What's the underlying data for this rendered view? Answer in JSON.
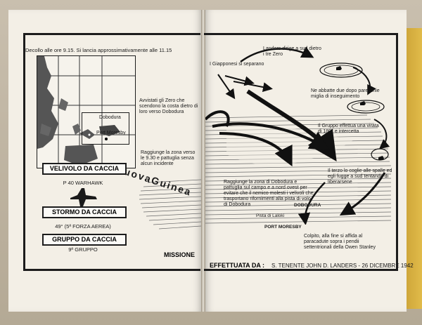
{
  "left_page": {
    "takeoff_note": "Decollo alle ore 9.15. Si lancia approssimativamente alle 11.15",
    "map_labels": {
      "dobodura": "Dobodura",
      "port_moresby": "Port Moresby"
    },
    "zero_note": "Avvistati gli Zero che scendono la costa dietro di loro verso Dobodura",
    "reach_note": "Raggiunge la zona verso le 9.30 e pattuglia senza alcun incidente",
    "region_label": "NuovaGuinea",
    "aircraft_label": "VELIVOLO DA CACCIA",
    "aircraft_value": "P 40 WARHAWK",
    "wing_label": "STORMO DA CACCIA",
    "wing_value": "49° (5ª FORZA AEREA)",
    "group_label": "GRUPPO DA CACCIA",
    "group_value": "9ª GRUPPO",
    "mission_word": "MISSIONE"
  },
  "right_page": {
    "japanese_split": "I Giapponesi si separano",
    "landers_dives": "Landers dirige a sud dietro i tre Zero",
    "shoots_two": "Ne abbatte due dopo parecchie miglia di inseguimento",
    "group_turn": "Il Gruppo effettua una virata di 180° e intercetta",
    "third_caught": "Il terzo lo coglie alle spalle ed egli fugge a sud tentando di liberarsene",
    "reach_dobodura": "Raggiunge la zona di Dobodura e pattuglia sul campo e a nord ovest per evitare che il nemico molesti i velivoli che trasportano rifornimenti alla pista di volo di Dobodura",
    "map_labels": {
      "dobodura": "DOBODURA",
      "pista": "Pista di Laloki",
      "port_moresby": "PORT MORESBY"
    },
    "hit_note": "Colpito, alla fine si affida al paracadute sopra i pendii settentrionali della Owen Stanley",
    "executed_by_label": "EFFETTUATA DA :",
    "executed_by_value": "S. TENENTE JOHN D. LANDERS - 26 DICEMBRE 1942"
  }
}
